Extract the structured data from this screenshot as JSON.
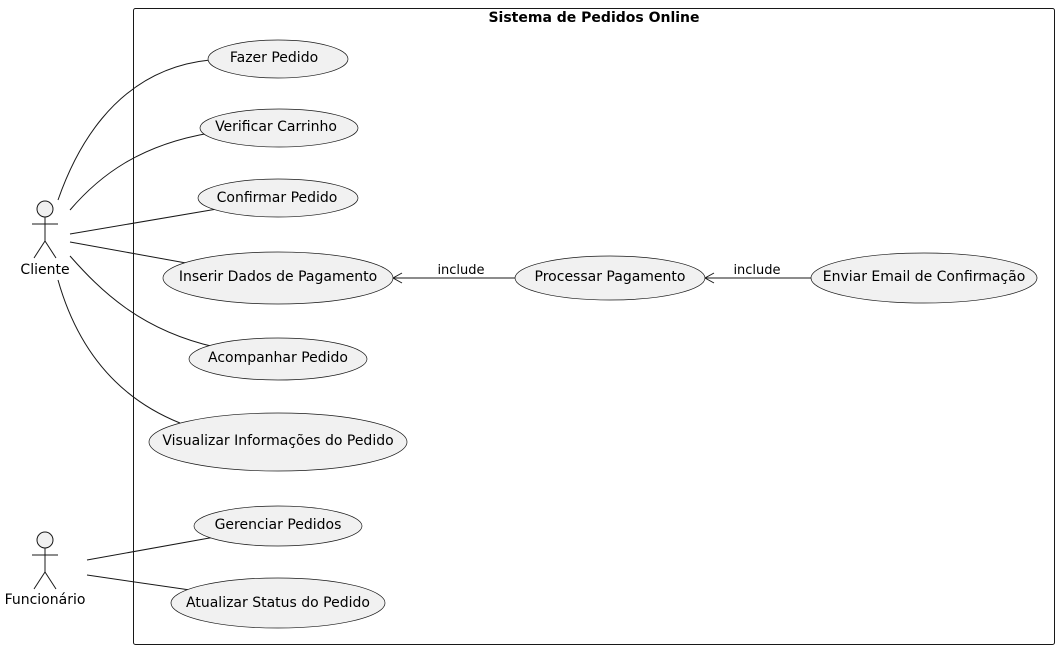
{
  "system": {
    "title": "Sistema de Pedidos Online"
  },
  "actors": [
    {
      "id": "cliente",
      "label": "Cliente"
    },
    {
      "id": "funcionario",
      "label": "Funcionário"
    }
  ],
  "use_cases": [
    {
      "id": "fazer",
      "label": "Fazer Pedido"
    },
    {
      "id": "verificar",
      "label": "Verificar Carrinho"
    },
    {
      "id": "confirmar",
      "label": "Confirmar Pedido"
    },
    {
      "id": "inserir",
      "label": "Inserir Dados de Pagamento"
    },
    {
      "id": "processar",
      "label": "Processar Pagamento"
    },
    {
      "id": "enviar",
      "label": "Enviar Email de Confirmação"
    },
    {
      "id": "acompanhar",
      "label": "Acompanhar Pedido"
    },
    {
      "id": "visualizar",
      "label": "Visualizar Informações do Pedido"
    },
    {
      "id": "gerenciar",
      "label": "Gerenciar Pedidos"
    },
    {
      "id": "atualizar",
      "label": "Atualizar Status do Pedido"
    }
  ],
  "relations": {
    "include_label": "include",
    "associations": [
      {
        "from": "cliente",
        "to": "fazer"
      },
      {
        "from": "cliente",
        "to": "verificar"
      },
      {
        "from": "cliente",
        "to": "confirmar"
      },
      {
        "from": "cliente",
        "to": "inserir"
      },
      {
        "from": "cliente",
        "to": "acompanhar"
      },
      {
        "from": "cliente",
        "to": "visualizar"
      },
      {
        "from": "funcionario",
        "to": "gerenciar"
      },
      {
        "from": "funcionario",
        "to": "atualizar"
      }
    ],
    "includes": [
      {
        "from": "processar",
        "to": "inserir"
      },
      {
        "from": "enviar",
        "to": "processar"
      }
    ]
  },
  "colors": {
    "stroke": "#181818",
    "usecase_fill": "#f1f1f1",
    "actor_fill": "#f1f1f1",
    "background": "#ffffff"
  }
}
